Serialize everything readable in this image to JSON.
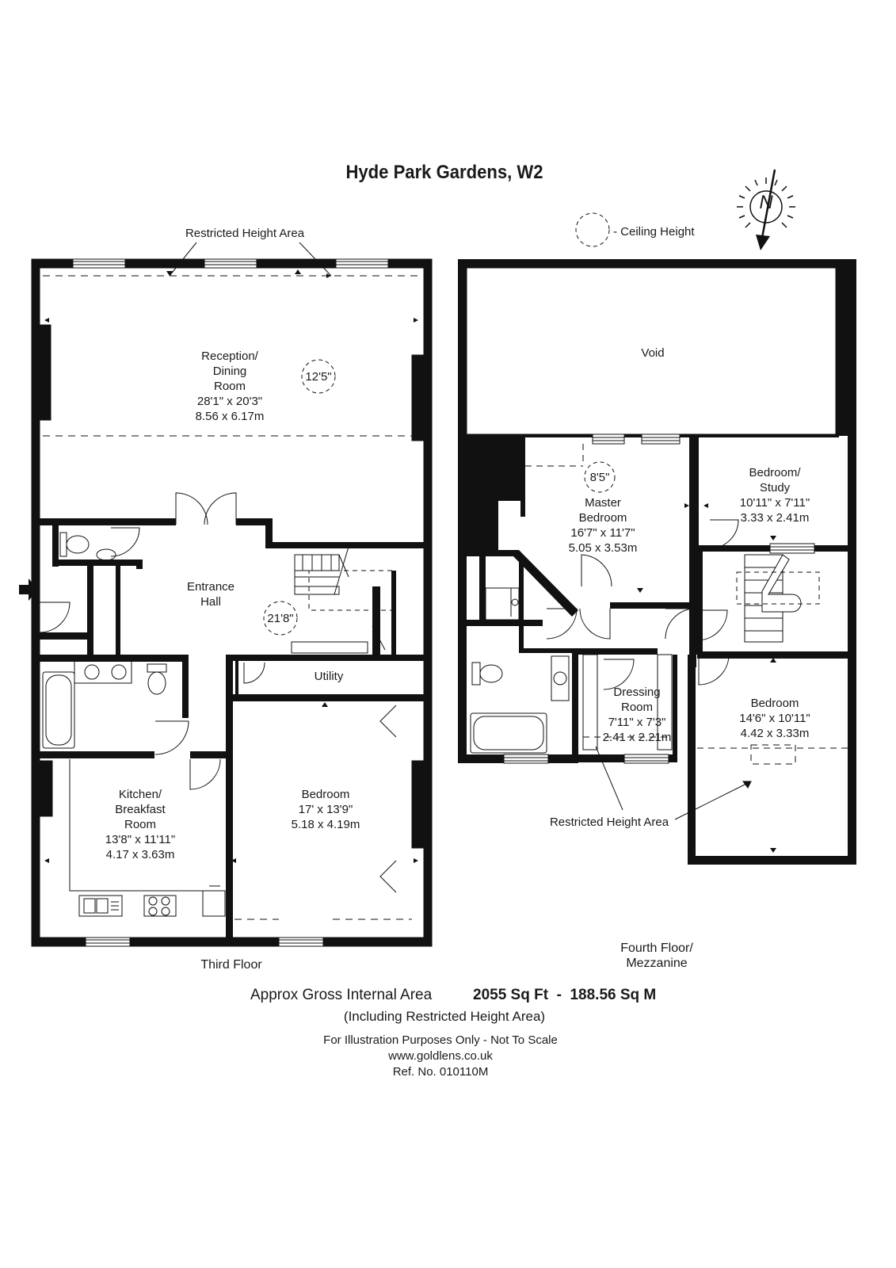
{
  "title": "Hyde Park Gardens, W2",
  "labels": {
    "restricted_top": "Restricted Height Area",
    "ceiling_legend": "- Ceiling Height",
    "restricted_bottom": "Restricted Height Area",
    "compass": "N"
  },
  "ceiling_heights": {
    "reception": "12'5\"",
    "hall": "21'8\"",
    "master": "8'5\""
  },
  "third_floor": {
    "name": "Third Floor",
    "rooms": {
      "reception": {
        "name1": "Reception/",
        "name2": "Dining",
        "name3": "Room",
        "imperial": "28'1\" x 20'3\"",
        "metric": "8.56 x 6.17m"
      },
      "hall": {
        "name1": "Entrance",
        "name2": "Hall"
      },
      "utility": {
        "name": "Utility"
      },
      "kitchen": {
        "name1": "Kitchen/",
        "name2": "Breakfast",
        "name3": "Room",
        "imperial": "13'8\" x 11'11\"",
        "metric": "4.17 x 3.63m"
      },
      "bedroom": {
        "name": "Bedroom",
        "imperial": "17' x 13'9\"",
        "metric": "5.18 x 4.19m"
      }
    }
  },
  "fourth_floor": {
    "name1": "Fourth Floor/",
    "name2": "Mezzanine",
    "rooms": {
      "void": {
        "name": "Void"
      },
      "master": {
        "name1": "Master",
        "name2": "Bedroom",
        "imperial": "16'7\" x 11'7\"",
        "metric": "5.05 x 3.53m"
      },
      "study": {
        "name1": "Bedroom/",
        "name2": "Study",
        "imperial": "10'11\" x 7'11\"",
        "metric": "3.33 x 2.41m"
      },
      "dressing": {
        "name1": "Dressing",
        "name2": "Room",
        "imperial": "7'11\" x 7'3\"",
        "metric": "2.41 x 2.21m"
      },
      "bedroom": {
        "name": "Bedroom",
        "imperial": "14'6\" x 10'11\"",
        "metric": "4.42 x 3.33m"
      }
    }
  },
  "area": {
    "label": "Approx Gross Internal Area",
    "value": "2055 Sq Ft  -  188.56 Sq M",
    "note": "(Including Restricted Height Area)"
  },
  "footer": {
    "disclaimer": "For Illustration Purposes Only - Not To Scale",
    "website": "www.goldlens.co.uk",
    "ref": "Ref. No. 010110M"
  }
}
